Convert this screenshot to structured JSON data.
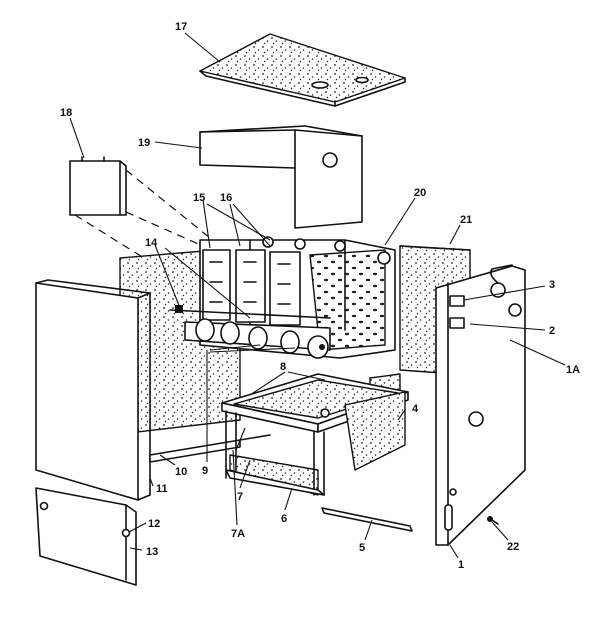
{
  "labels": {
    "l17": "17",
    "l18": "18",
    "l19": "19",
    "l15": "15",
    "l16": "16",
    "l20": "20",
    "l21": "21",
    "l14": "14",
    "l3": "3",
    "l2": "2",
    "l1A": "1A",
    "l8": "8",
    "l4": "4",
    "l10": "10",
    "l11": "11",
    "l9": "9",
    "l7": "7",
    "l7A": "7A",
    "l6": "6",
    "l12": "12",
    "l13": "13",
    "l5": "5",
    "l1": "1",
    "l22": "22"
  }
}
